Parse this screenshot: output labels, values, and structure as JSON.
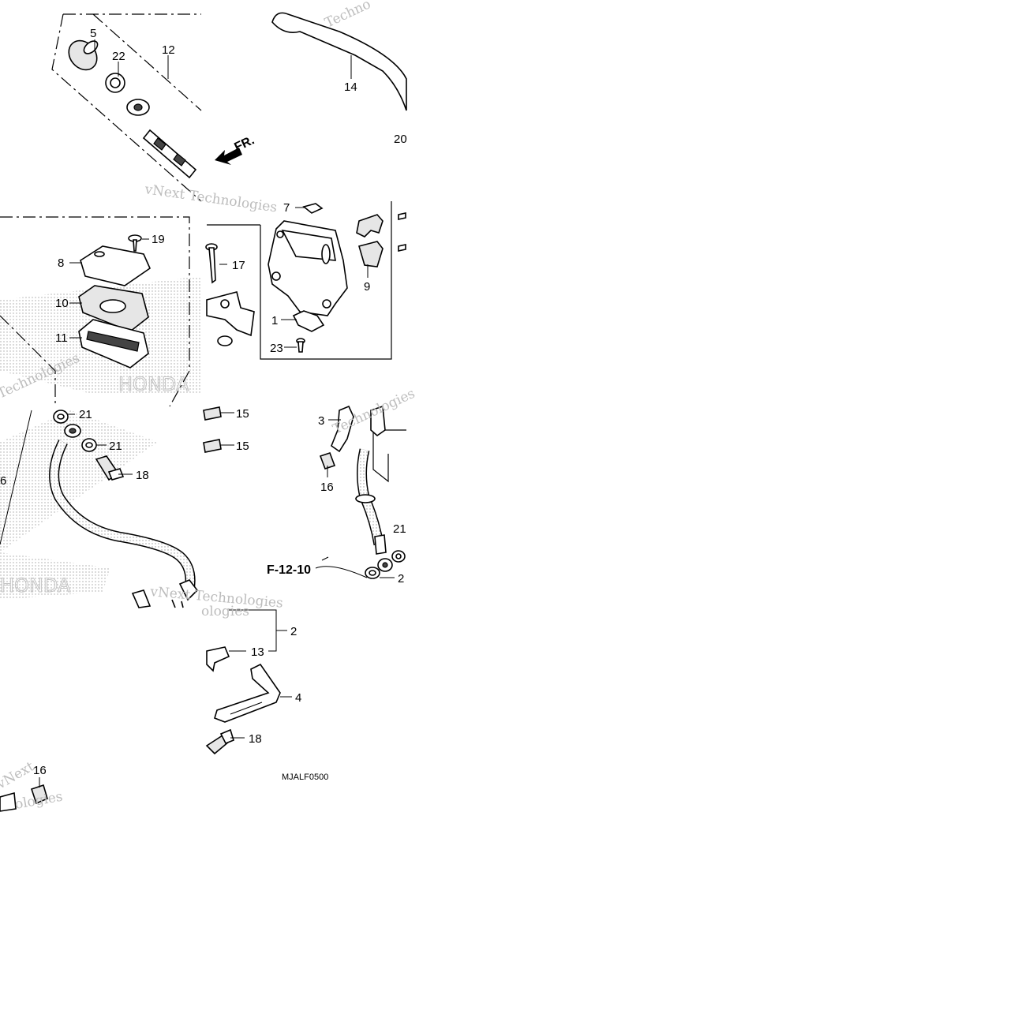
{
  "diagram": {
    "code": "MJALF0500",
    "direction": {
      "text": "FR."
    },
    "reference": {
      "text": "F-12-10"
    },
    "callouts": {
      "c1": "1",
      "c2": "2",
      "c3": "3",
      "c4": "4",
      "c5": "5",
      "c6": "6",
      "c7": "7",
      "c8": "8",
      "c9": "9",
      "c10": "10",
      "c11": "11",
      "c12": "12",
      "c13": "13",
      "c14": "14",
      "c15a": "15",
      "c15b": "15",
      "c16a": "16",
      "c16b": "16",
      "c17": "17",
      "c18a": "18",
      "c18b": "18",
      "c19": "19",
      "c20": "20",
      "c21a": "21",
      "c21b": "21",
      "c21c": "21",
      "c22": "22",
      "c23": "23"
    },
    "watermark": {
      "brand": "vNext Technologies",
      "frag1": "Techno",
      "frag2": "Technologies",
      "frag3": "ologies",
      "frag4": "vNext",
      "frag5": "Technologies",
      "honda": "HONDA"
    }
  }
}
